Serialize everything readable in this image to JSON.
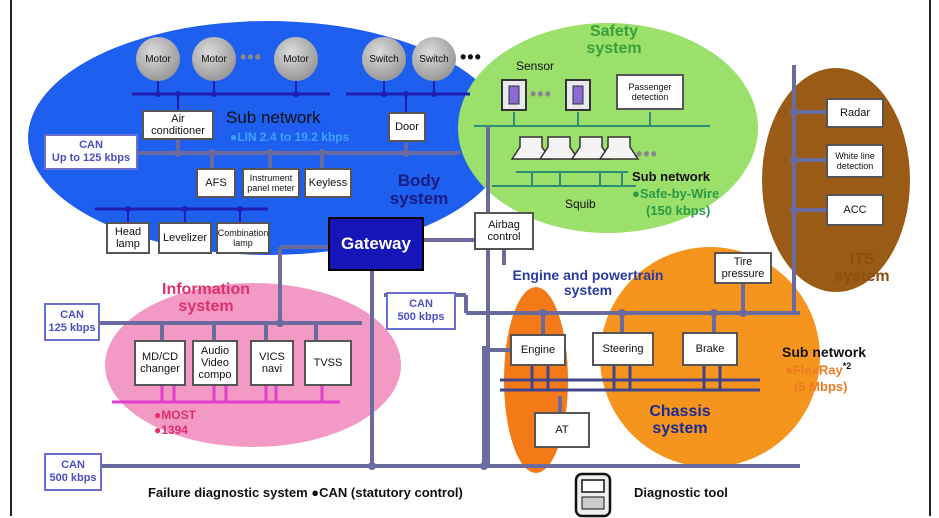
{
  "colors": {
    "body_blob": "#1e5ff0",
    "safety_blob": "#9be06a",
    "info_blob": "#f299c6",
    "chassis_blob": "#f6951e",
    "engine_blob": "#f47a18",
    "its_blob": "#9a5b16",
    "bus": "#6a6a9e",
    "most_bus": "#e040d0",
    "lin_bus": "#1f1fb0",
    "gateway": "#1616b8",
    "can_box": "#6a6fd0"
  },
  "body": {
    "motors": [
      "Motor",
      "Motor",
      "Motor"
    ],
    "switches": [
      "Switch",
      "Switch"
    ],
    "air_conditioner": "Air conditioner",
    "subnet_title": "Sub network",
    "subnet_lin": "●LIN 2.4 to 19.2 kbps",
    "door": "Door",
    "afs": "AFS",
    "instrument": "Instrument panel meter",
    "keyless": "Keyless",
    "title": "Body system",
    "head_lamp": "Head lamp",
    "levelizer": "Levelizer",
    "combination_lamp": "Combination lamp"
  },
  "can_boxes": {
    "body": {
      "line1": "CAN",
      "line2": "Up to 125 kbps"
    },
    "info": {
      "line1": "CAN",
      "line2": "125 kbps"
    },
    "engine": {
      "line1": "CAN",
      "line2": "500 kbps"
    },
    "diag": {
      "line1": "CAN",
      "line2": "500 kbps"
    }
  },
  "gateway": "Gateway",
  "safety": {
    "title": "Safety system",
    "sensor": "Sensor",
    "passenger": "Passenger detection",
    "subnet_title": "Sub network",
    "subnet_sbw": "●Safe-by-Wire",
    "subnet_rate": "(150 kbps)",
    "squib": "Squib",
    "airbag": "Airbag control"
  },
  "its": {
    "radar": "Radar",
    "white_line": "White line detection",
    "acc": "ACC",
    "title": "ITS system"
  },
  "info": {
    "title": "Information system",
    "mdcd": "MD/CD changer",
    "audio": "Audio Video compo",
    "vics": "VICS navi",
    "tvss": "TVSS",
    "most": "●MOST",
    "ieee": "●1394"
  },
  "powertrain": {
    "title": "Engine and powertrain system",
    "engine": "Engine",
    "steering": "Steering",
    "brake": "Brake",
    "at": "AT",
    "tire": "Tire pressure"
  },
  "chassis": {
    "title": "Chassis system",
    "subnet_title": "Sub network",
    "flexray": "●FlexRay",
    "note": "*2",
    "rate": "(5 Mbps)"
  },
  "footer": {
    "failure": "Failure diagnostic system ●CAN (statutory control)",
    "tool": "Diagnostic tool"
  },
  "icons": [
    "diagnostic-tool-icon",
    "sensor-icon",
    "squib-icon",
    "motor-icon",
    "switch-icon"
  ]
}
